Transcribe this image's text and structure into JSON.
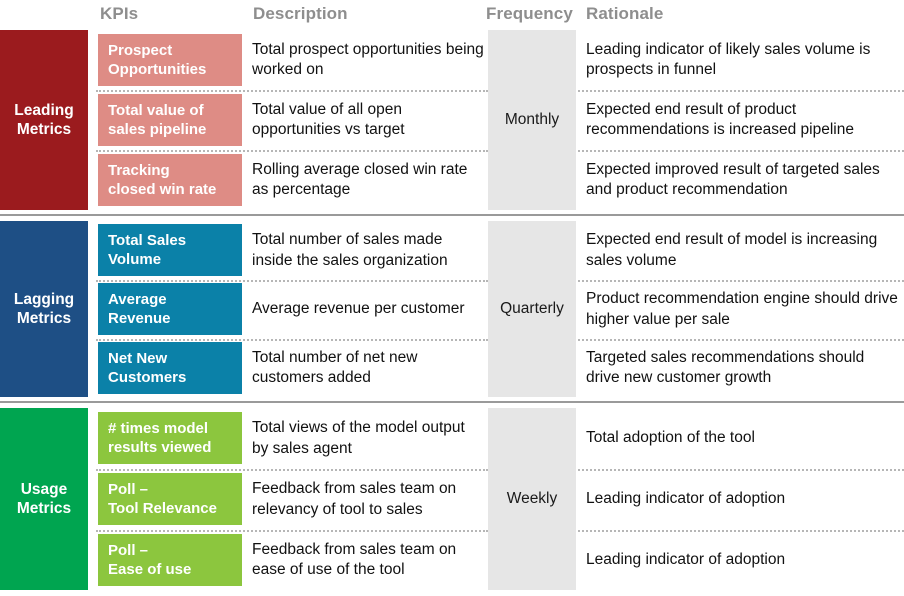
{
  "columns": {
    "category": "",
    "kpis": "KPIs",
    "description": "Description",
    "frequency": "Frequency",
    "rationale": "Rationale"
  },
  "colors": {
    "header_text": "#8e8e8e",
    "section_rule": "#9a9a9a",
    "row_separator": "#b6b6b6",
    "frequency_bg": "#e6e6e6",
    "leading_category_bg": "#9b1b1e",
    "leading_tile_bg": "#de8c85",
    "lagging_category_bg": "#1e4f85",
    "lagging_tile_bg": "#0b81a8",
    "usage_category_bg": "#00a550",
    "usage_tile_bg": "#8cc63e",
    "body_text": "#111111",
    "tile_text": "#ffffff"
  },
  "sections": [
    {
      "id": "leading",
      "category": "Leading\nMetrics",
      "category_line1": "Leading",
      "category_line2": "Metrics",
      "frequency": "Monthly",
      "rows": [
        {
          "kpi_line1": "Prospect",
          "kpi_line2": "Opportunities",
          "description": "Total prospect opportunities being worked on",
          "rationale": "Leading indicator of likely sales volume is prospects in funnel"
        },
        {
          "kpi_line1": "Total value of",
          "kpi_line2": "sales pipeline",
          "description": "Total value of all open opportunities vs target",
          "rationale": "Expected end result of product recommendations is increased pipeline"
        },
        {
          "kpi_line1": "Tracking",
          "kpi_line2": "closed win rate",
          "description": "Rolling average closed win rate as percentage",
          "rationale": "Expected improved result of targeted sales and product recommendation"
        }
      ]
    },
    {
      "id": "lagging",
      "category": "Lagging\nMetrics",
      "category_line1": "Lagging",
      "category_line2": "Metrics",
      "frequency": "Quarterly",
      "rows": [
        {
          "kpi_line1": "Total Sales",
          "kpi_line2": "Volume",
          "description": "Total number of sales made inside the sales organization",
          "rationale": "Expected end result of model is increasing sales volume"
        },
        {
          "kpi_line1": "Average",
          "kpi_line2": "Revenue",
          "description": "Average revenue per customer",
          "rationale": "Product recommendation engine should drive higher value per sale"
        },
        {
          "kpi_line1": "Net New",
          "kpi_line2": "Customers",
          "description": "Total number of net new customers added",
          "rationale": "Targeted sales recommendations should drive new customer growth"
        }
      ]
    },
    {
      "id": "usage",
      "category": "Usage\nMetrics",
      "category_line1": "Usage",
      "category_line2": "Metrics",
      "frequency": "Weekly",
      "rows": [
        {
          "kpi_line1": "# times model",
          "kpi_line2": "results viewed",
          "description": "Total views of the model output by sales agent",
          "rationale": "Total adoption of the tool"
        },
        {
          "kpi_line1": "Poll –",
          "kpi_line2": "Tool Relevance",
          "description": "Feedback from sales team on relevancy of tool to sales",
          "rationale": "Leading indicator of adoption"
        },
        {
          "kpi_line1": "Poll –",
          "kpi_line2": "Ease of use",
          "description": "Feedback from sales team on ease of use of the tool",
          "rationale": "Leading indicator of adoption"
        }
      ]
    }
  ]
}
